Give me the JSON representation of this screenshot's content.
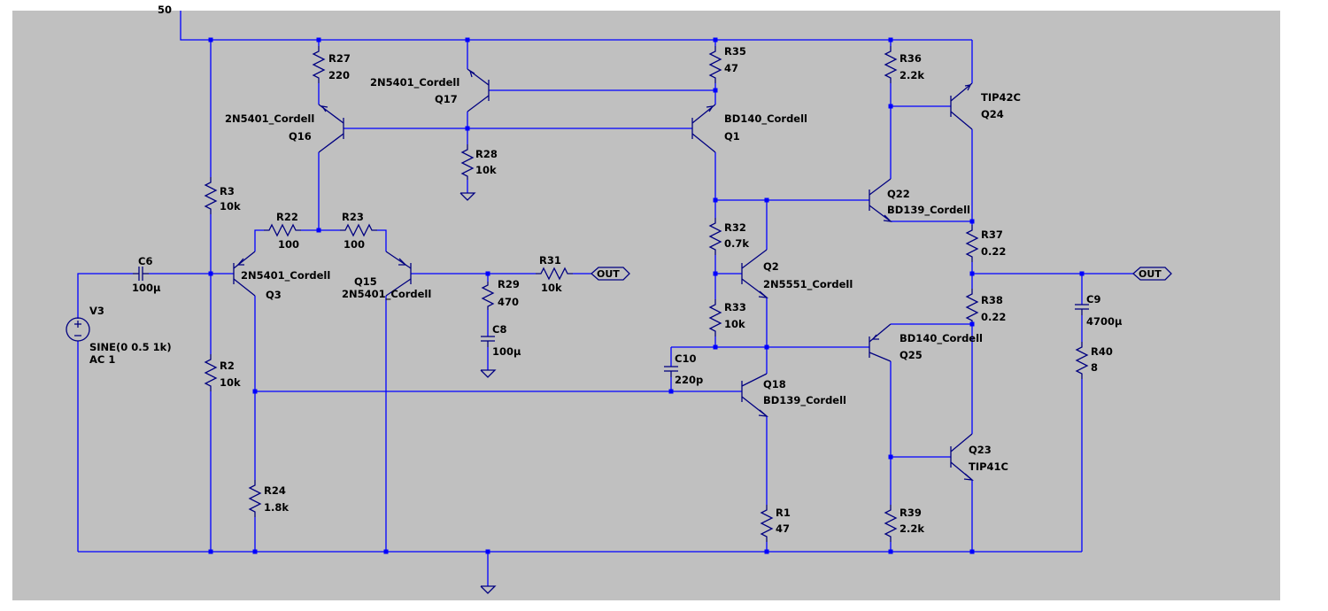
{
  "colors": {
    "wire": "#0000ff",
    "component": "#000080",
    "node": "#0000ff",
    "background": "#c0c0c0",
    "page": "#ffffff",
    "label": "#000000"
  },
  "supply": {
    "label": "50"
  },
  "ports": [
    {
      "id": "out1",
      "label": "OUT"
    },
    {
      "id": "out2",
      "label": "OUT"
    }
  ],
  "components": [
    {
      "id": "R27",
      "name": "R27",
      "value": "220"
    },
    {
      "id": "R35",
      "name": "R35",
      "value": "47"
    },
    {
      "id": "R36",
      "name": "R36",
      "value": "2.2k"
    },
    {
      "id": "R28",
      "name": "R28",
      "value": "10k"
    },
    {
      "id": "R3",
      "name": "R3",
      "value": "10k"
    },
    {
      "id": "R22",
      "name": "R22",
      "value": "100"
    },
    {
      "id": "R23",
      "name": "R23",
      "value": "100"
    },
    {
      "id": "R32",
      "name": "R32",
      "value": "0.7k"
    },
    {
      "id": "R37",
      "name": "R37",
      "value": "0.22"
    },
    {
      "id": "R29",
      "name": "R29",
      "value": "470"
    },
    {
      "id": "R31",
      "name": "R31",
      "value": "10k"
    },
    {
      "id": "R33",
      "name": "R33",
      "value": "10k"
    },
    {
      "id": "R38",
      "name": "R38",
      "value": "0.22"
    },
    {
      "id": "R2",
      "name": "R2",
      "value": "10k"
    },
    {
      "id": "R40",
      "name": "R40",
      "value": "8"
    },
    {
      "id": "R24",
      "name": "R24",
      "value": "1.8k"
    },
    {
      "id": "R1",
      "name": "R1",
      "value": "47"
    },
    {
      "id": "R39",
      "name": "R39",
      "value": "2.2k"
    },
    {
      "id": "C6",
      "name": "C6",
      "value": "100µ"
    },
    {
      "id": "C8",
      "name": "C8",
      "value": "100µ"
    },
    {
      "id": "C10",
      "name": "C10",
      "value": "220p"
    },
    {
      "id": "C9",
      "name": "C9",
      "value": "4700µ"
    },
    {
      "id": "Q17",
      "name": "Q17",
      "model": "2N5401_Cordell"
    },
    {
      "id": "Q16",
      "name": "Q16",
      "model": "2N5401_Cordell"
    },
    {
      "id": "Q1",
      "name": "Q1",
      "model": "BD140_Cordell"
    },
    {
      "id": "Q24",
      "name": "Q24",
      "model": "TIP42C"
    },
    {
      "id": "Q22",
      "name": "Q22",
      "model": "BD139_Cordell"
    },
    {
      "id": "Q3",
      "name": "Q3",
      "model": "2N5401_Cordell"
    },
    {
      "id": "Q15",
      "name": "Q15",
      "model": "2N5401_Cordell"
    },
    {
      "id": "Q2",
      "name": "Q2",
      "model": "2N5551_Cordell"
    },
    {
      "id": "Q25",
      "name": "Q25",
      "model": "BD140_Cordell"
    },
    {
      "id": "Q18",
      "name": "Q18",
      "model": "BD139_Cordell"
    },
    {
      "id": "Q23",
      "name": "Q23",
      "model": "TIP41C"
    },
    {
      "id": "V3",
      "name": "V3",
      "source": "SINE(0 0.5 1k)",
      "ac": "AC 1"
    }
  ]
}
